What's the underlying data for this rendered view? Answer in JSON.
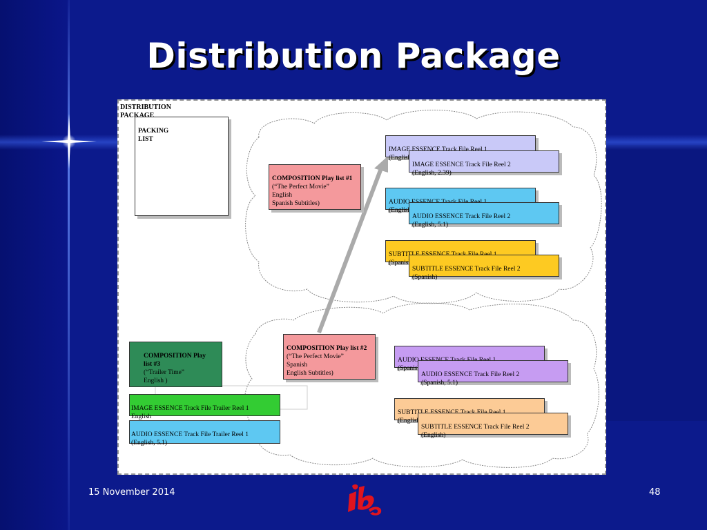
{
  "slide": {
    "title": "Distribution Package",
    "date": "15 November 2014",
    "page_number": "48"
  },
  "diagram": {
    "package_label": "DISTRIBUTION\nPACKAGE",
    "packing_list": "PACKING\nLIST",
    "cpl1": {
      "head": "COMPOSITION Play list #1",
      "body": "(“The Perfect Movie”\nEnglish\nSpanish Subtitles)"
    },
    "cpl2": {
      "head": "COMPOSITION Play list #2",
      "body": "(“The Perfect Movie”\nSpanish\nEnglish Subtitles)"
    },
    "cpl3": {
      "head": "COMPOSITION Play\nlist #3",
      "body": "(“Trailer Time”\nEnglish )"
    },
    "img1": {
      "head": "IMAGE ESSENCE Track File Reel 1",
      "body": "(English, 2.39)"
    },
    "img2": {
      "head": "IMAGE ESSENCE Track File  Reel 2",
      "body": "(English, 2.39)"
    },
    "aud1": {
      "head": "AUDIO ESSENCE Track File Reel 1",
      "body": "(English, 5.1)"
    },
    "aud2": {
      "head": "AUDIO ESSENCE Track File Reel 2",
      "body": "(English, 5.1)"
    },
    "sub1": {
      "head": "SUBTITLE ESSENCE Track File Reel 1",
      "body": "(Spanish)"
    },
    "sub2": {
      "head": "SUBTITLE ESSENCE Track File Reel 2",
      "body": "(Spanish)"
    },
    "aud3": {
      "head": "AUDIO ESSENCE Track File Reel 1",
      "body": "(Spanish, 5.1)"
    },
    "aud4": {
      "head": "AUDIO ESSENCE Track File Reel 2",
      "body": "(Spanish, 5.1)"
    },
    "sub3": {
      "head": "SUBTITLE ESSENCE Track File Reel 1",
      "body": "(English)"
    },
    "sub4": {
      "head": "SUBTITLE ESSENCE Track File Reel 2",
      "body": "(English)"
    },
    "trailer_img": {
      "head": "IMAGE ESSENCE Track File Trailer Reel 1",
      "body": "English"
    },
    "trailer_aud": {
      "head": "AUDIO ESSENCE Track File Trailer Reel 1",
      "body": "(English, 5.1)"
    }
  },
  "colors": {
    "background": "#0c1a8c",
    "composition": "#f4999c",
    "image": "#c9c9f8",
    "audio": "#5ec8f2",
    "subtitle": "#fdca22",
    "audio_spanish": "#c69cf2",
    "subtitle_english": "#fccb96",
    "cpl3": "#2e8b57",
    "trailer_image": "#33cc33",
    "arrow": "#aaaaaa"
  },
  "icons": {
    "logo": "ibc-logo"
  }
}
